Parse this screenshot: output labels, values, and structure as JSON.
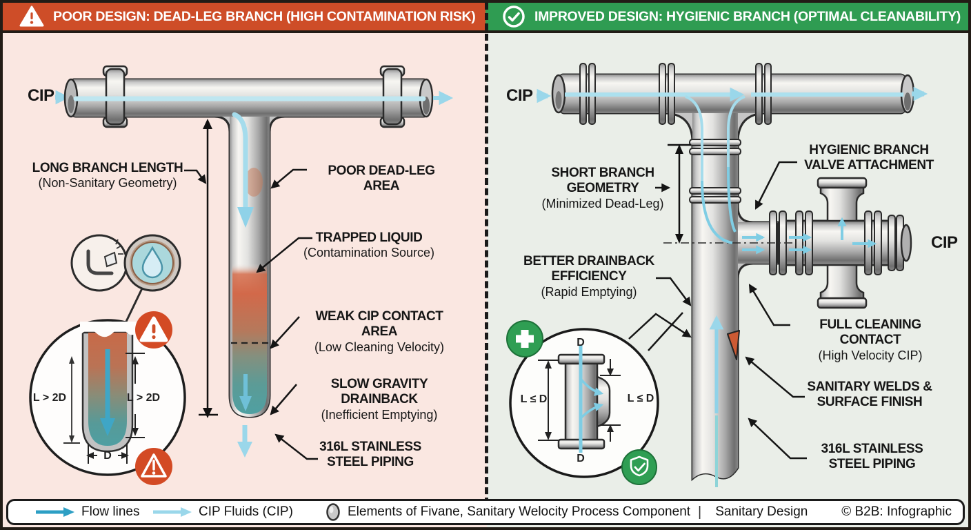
{
  "header": {
    "left": {
      "icon": "warning-triangle-icon",
      "title": "POOR DESIGN: DEAD-LEG BRANCH (HIGH CONTAMINATION RISK)"
    },
    "right": {
      "icon": "check-circle-icon",
      "title": "IMPROVED DESIGN: HYGIENIC BRANCH (OPTIMAL CLEANABILITY)"
    }
  },
  "left_panel": {
    "cip_inlet": "CIP",
    "callouts": {
      "long_branch": {
        "title": "LONG BRANCH LENGTH",
        "sub": "(Non-Sanitary Geometry)"
      },
      "dead_leg": {
        "title": "POOR DEAD-LEG AREA"
      },
      "trapped_liquid": {
        "title": "TRAPPED LIQUID",
        "sub": "(Contamination Source)"
      },
      "weak_cip": {
        "title": "WEAK CIP CONTACT AREA",
        "sub": "(Low Cleaning Velocity)"
      },
      "slow_drainback": {
        "title": "SLOW GRAVITY DRAINBACK",
        "sub": "(Inefficient Emptying)"
      },
      "piping": {
        "line1": "316L STAINLESS",
        "line2": "STEEL PIPING"
      }
    },
    "inset": {
      "dim_left": "L > 2D",
      "dim_right": "L > 2D",
      "dim_bottom": "D"
    }
  },
  "right_panel": {
    "cip_inlet": "CIP",
    "cip_outlet": "CIP",
    "callouts": {
      "short_branch": {
        "line1": "SHORT BRANCH",
        "line2": "GEOMETRY",
        "sub": "(Minimized Dead-Leg)"
      },
      "hygienic_valve": {
        "line1": "HYGIENIC BRANCH",
        "line2": "VALVE ATTACHMENT"
      },
      "drainback": {
        "line1": "BETTER DRAINBACK",
        "line2": "EFFICIENCY",
        "sub": "(Rapid Emptying)"
      },
      "full_cleaning": {
        "title": "FULL CLEANING CONTACT",
        "sub": "(High Velocity CIP)"
      },
      "welds": {
        "line1": "SANITARY WELDS &",
        "line2": "SURFACE FINISH"
      },
      "piping": {
        "line1": "316L STAINLESS",
        "line2": "STEEL PIPING"
      }
    },
    "inset": {
      "dim_top": "D",
      "dim_bottom": "D",
      "dim_left": "L ≤ D",
      "dim_right": "L ≤ D"
    }
  },
  "legend": {
    "flow_lines": "Flow lines",
    "cip_fluids": "CIP Fluids (CIP)",
    "elements": "Elements of Fivane, Sanitary Welocity Process Component",
    "separator": "|",
    "sanitary_design": "Sanitary Design",
    "copyright": "© B2B: Infographic"
  },
  "colors": {
    "poor_header": "#CE4D28",
    "improved_header": "#2F9C52",
    "poor_bg": "#FAE7E1",
    "improved_bg": "#EAEEE8",
    "flow_arrow": "#2D9FC4",
    "cip_arrow": "#9AD7EA",
    "warning": "#D34A24",
    "ok_green": "#2F9E53"
  }
}
